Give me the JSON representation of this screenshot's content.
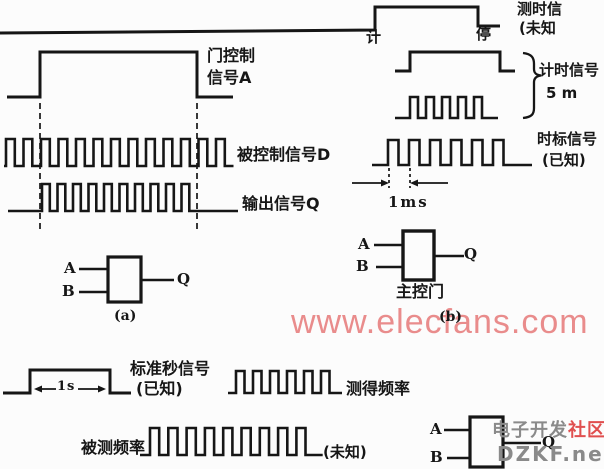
{
  "meta": {
    "background": "#fcfcfc",
    "ink_color": "#161616",
    "watermark_red": "#e88080",
    "logo_gray": "#8a8a8a",
    "logo_red": "#e04f4f"
  },
  "top_signal": {
    "label_line1": "测时信",
    "label_line2": "(未知",
    "start_mark": "计",
    "stop_mark": "停"
  },
  "timing_signal": {
    "label": "计时信号",
    "duration": "5 m"
  },
  "timebase_signal": {
    "label_line1": "时标信号",
    "label_line2": "(已知)",
    "period_label": "1ms"
  },
  "left_group": {
    "gate_control_line1": "门控制",
    "gate_control_line2": "信号A",
    "controlled_label": "被控制信号D",
    "output_label": "输出信号Q"
  },
  "gate_a": {
    "input1": "A",
    "input2": "B",
    "output": "Q",
    "caption": "(a)"
  },
  "gate_b": {
    "input1": "A",
    "input2": "B",
    "output": "Q",
    "name": "主控门",
    "caption": "(b)"
  },
  "gate_c": {
    "input1": "A",
    "input2": "B",
    "output": "Q"
  },
  "bottom_group": {
    "standard_label_line1": "标准秒信号",
    "standard_label_line2": "(已知)",
    "width_label": "1s",
    "measured_label": "测得频率",
    "under_test_label": "被测频率",
    "unknown_label": "(未知)"
  },
  "watermarks": {
    "site": "www.elecfans.com",
    "logo_text_gray": "电子开发",
    "logo_text_red": "社区",
    "logo_domain": "DZKF.net"
  }
}
